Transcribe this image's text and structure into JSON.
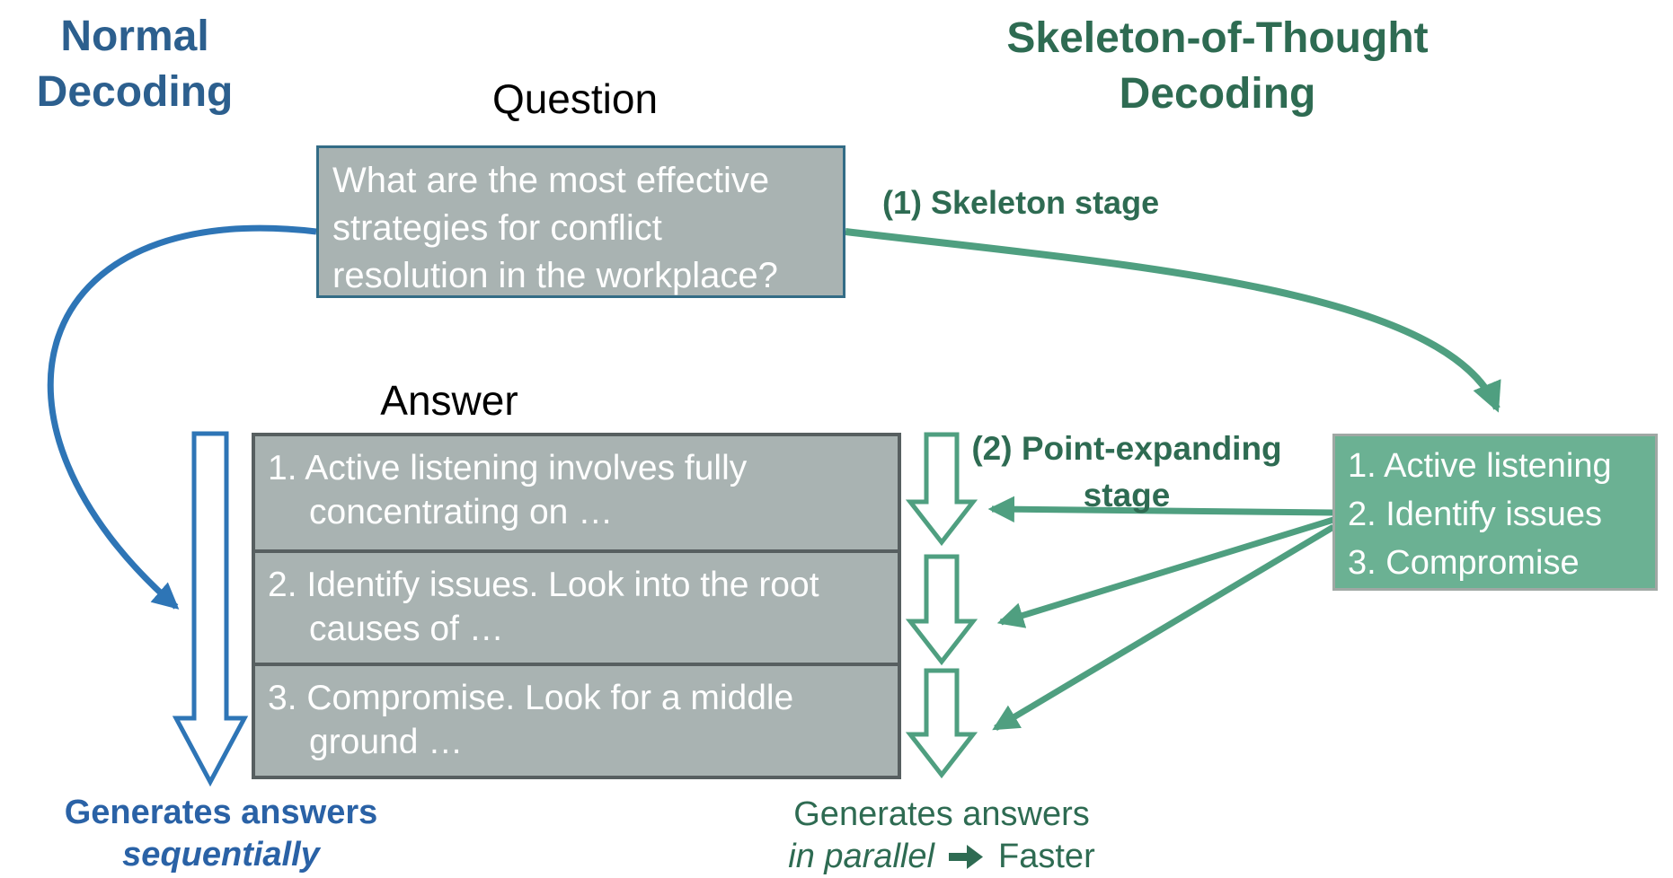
{
  "palette": {
    "blue_title": "#2C5F8E",
    "blue_arrow": "#2E75B6",
    "blue_footer": "#2A62A6",
    "green_title": "#2E6B52",
    "green_arrow": "#4F9F80",
    "green_box_fill": "#6BB193",
    "gray_box_fill": "#A9B3B2",
    "question_box_border": "#336C86",
    "answer_box_border": "#575F60",
    "box_text": "#FFFFFF"
  },
  "titles": {
    "left_line1": "Normal",
    "left_line2": "Decoding",
    "right_line1": "Skeleton-of-Thought",
    "right_line2": "Decoding"
  },
  "labels": {
    "question": "Question",
    "answer": "Answer",
    "stage1": "(1) Skeleton stage",
    "stage2_line1": "(2) Point-expanding",
    "stage2_line2": "stage"
  },
  "question_box": {
    "lines": [
      "What are the most effective",
      "strategies for conflict",
      "resolution in the workplace?"
    ]
  },
  "answer_box": {
    "rows": [
      {
        "line1": "1. Active listening involves fully",
        "line2": "concentrating on …"
      },
      {
        "line1": "2. Identify issues. Look into the root",
        "line2": "causes of …"
      },
      {
        "line1": "3. Compromise. Look for a middle",
        "line2": "ground …"
      }
    ]
  },
  "skeleton_box": {
    "lines": [
      "1. Active listening",
      "2. Identify issues",
      "3. Compromise"
    ]
  },
  "footers": {
    "sequential_line1": "Generates answers",
    "sequential_line2": "sequentially",
    "parallel_line1": "Generates answers",
    "parallel_line2_italic": "in parallel",
    "faster_arrow_icon": "➔",
    "parallel_line2_rest": "Faster"
  }
}
